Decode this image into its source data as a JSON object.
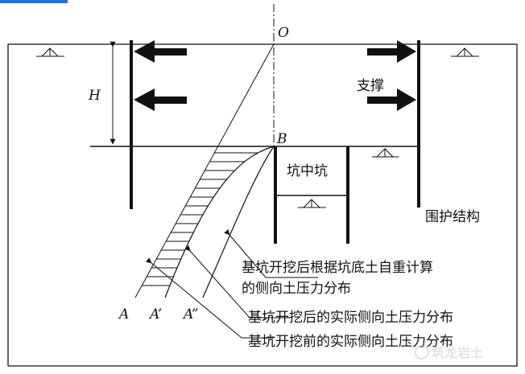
{
  "labels": {
    "O": "O",
    "B": "B",
    "H": "H",
    "A": "A",
    "A1": "A’",
    "A2": "A”",
    "support": "支撑",
    "pit_in_pit": "坑中坑",
    "retaining": "围护结构",
    "note1_line1": "基坑开挖后根据坑底土自重计算",
    "note1_line2": "的侧向土压力分布",
    "note2": "基坑开挖后的实际侧向土压力分布",
    "note3": "基坑开挖前的实际侧向土压力分布",
    "watermark": "筑龙岩土"
  },
  "colors": {
    "line": "#111111",
    "watermark": "#c8c8c8",
    "accent": "#2a6fd6"
  }
}
